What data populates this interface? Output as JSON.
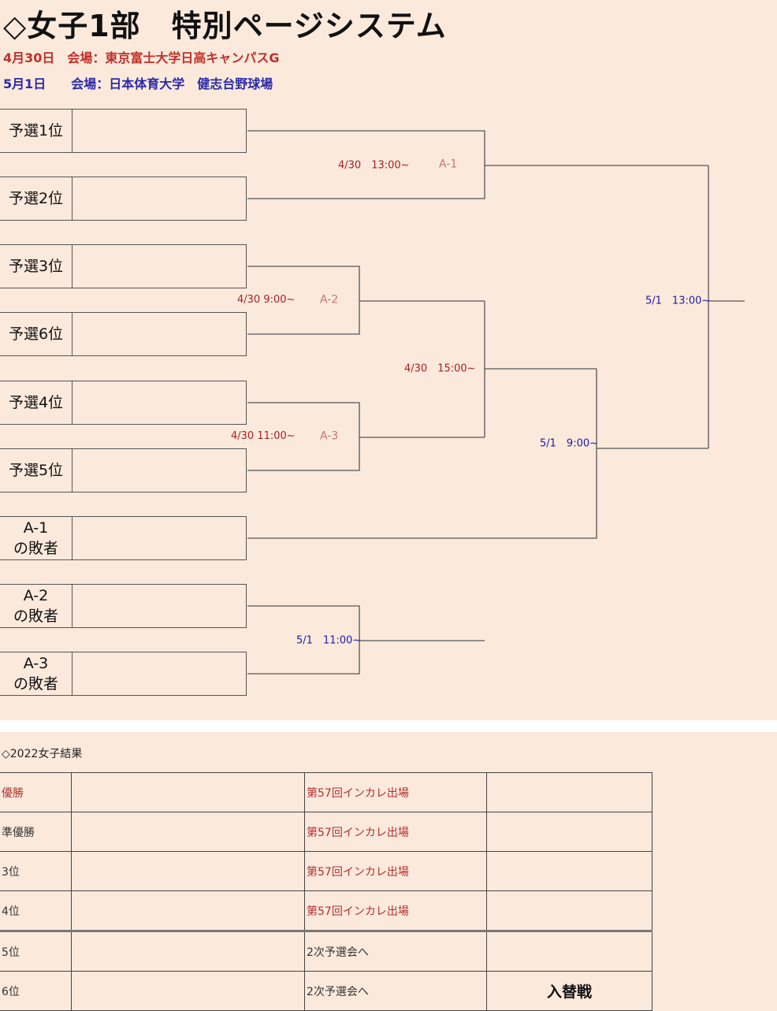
{
  "title": "◇女子1部　特別ページシステム",
  "venues": [
    {
      "text": "4月30日　会場：東京富士大学日高キャンパスG",
      "color": "#c0302a"
    },
    {
      "text": "5月1日　　会場：日本体育大学　健志台野球場",
      "color": "#2a2aa8"
    }
  ],
  "bracket": {
    "slots": [
      "予選1位",
      "予選2位",
      "予選3位",
      "予選6位",
      "予選4位",
      "予選5位",
      "A-1\nの敗者",
      "A-2\nの敗者",
      "A-3\nの敗者"
    ],
    "matches": [
      {
        "time": "4/30　13:00~",
        "game": "A-1"
      },
      {
        "time": "4/30  9:00~",
        "game": "A-2"
      },
      {
        "time": "4/30  11:00~",
        "game": "A-3"
      },
      {
        "time": "4/30　15:00~"
      },
      {
        "time": "5/1　9:00~"
      },
      {
        "time": "5/1　13:00~"
      },
      {
        "time": "5/1　11:00~"
      }
    ]
  },
  "results": {
    "title": "◇2022女子結果",
    "rows": [
      {
        "rank": "優勝",
        "team": "",
        "note": "第57回インカレ出場",
        "extra": ""
      },
      {
        "rank": "準優勝",
        "team": "",
        "note": "第57回インカレ出場",
        "extra": ""
      },
      {
        "rank": "3位",
        "team": "",
        "note": "第57回インカレ出場",
        "extra": ""
      },
      {
        "rank": "4位",
        "team": "",
        "note": "第57回インカレ出場",
        "extra": ""
      },
      {
        "rank": "5位",
        "team": "",
        "note": "2次予選会へ",
        "extra": ""
      },
      {
        "rank": "6位",
        "team": "",
        "note": "2次予選会へ",
        "extra": "入替戦"
      }
    ]
  }
}
